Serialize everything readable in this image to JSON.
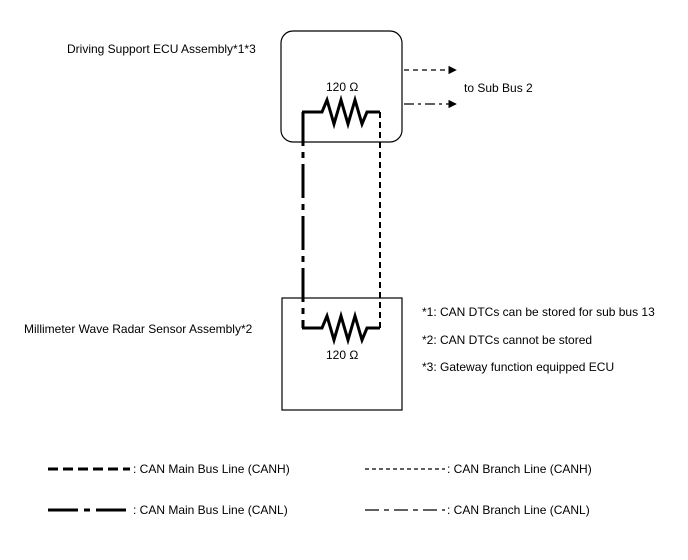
{
  "ecu_top": {
    "label": "Driving Support ECU Assembly*1*3",
    "resistor": "120 Ω"
  },
  "ecu_bottom": {
    "label": "Millimeter Wave Radar Sensor Assembly*2",
    "resistor": "120 Ω"
  },
  "sub_bus": {
    "label": "to Sub Bus 2"
  },
  "notes": [
    "*1: CAN DTCs can be stored for sub bus 13",
    "*2: CAN DTCs cannot be stored",
    "*3: Gateway function equipped ECU"
  ],
  "legend": {
    "main_canh": ": CAN Main Bus Line (CANH)",
    "main_canl": ": CAN Main Bus Line (CANL)",
    "branch_canh": ": CAN Branch Line (CANH)",
    "branch_canl": ": CAN Branch Line (CANL)"
  }
}
